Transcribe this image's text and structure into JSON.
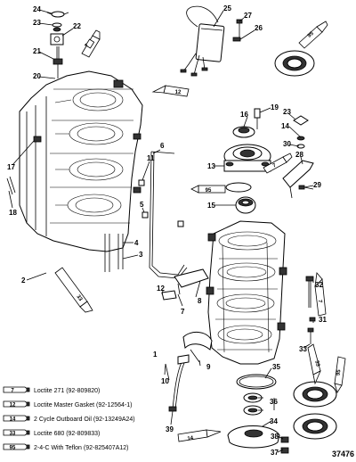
{
  "figure_number": "37476",
  "callouts": [
    {
      "id": "c24",
      "label": "24"
    },
    {
      "id": "c23a",
      "label": "23"
    },
    {
      "id": "c22",
      "label": "22"
    },
    {
      "id": "c21",
      "label": "21"
    },
    {
      "id": "c20",
      "label": "20"
    },
    {
      "id": "c25",
      "label": "25"
    },
    {
      "id": "c27",
      "label": "27"
    },
    {
      "id": "c26",
      "label": "26"
    },
    {
      "id": "c17",
      "label": "17"
    },
    {
      "id": "c18",
      "label": "18"
    },
    {
      "id": "c19",
      "label": "19"
    },
    {
      "id": "c16",
      "label": "16"
    },
    {
      "id": "c14",
      "label": "14"
    },
    {
      "id": "c23b",
      "label": "23"
    },
    {
      "id": "c30",
      "label": "30"
    },
    {
      "id": "c13",
      "label": "13"
    },
    {
      "id": "c28",
      "label": "28"
    },
    {
      "id": "c29",
      "label": "29"
    },
    {
      "id": "c6",
      "label": "6"
    },
    {
      "id": "c11",
      "label": "11"
    },
    {
      "id": "c5",
      "label": "5"
    },
    {
      "id": "c15",
      "label": "15"
    },
    {
      "id": "c4",
      "label": "4"
    },
    {
      "id": "c3",
      "label": "3"
    },
    {
      "id": "c2",
      "label": "2"
    },
    {
      "id": "c12",
      "label": "12"
    },
    {
      "id": "c7",
      "label": "7"
    },
    {
      "id": "c8",
      "label": "8"
    },
    {
      "id": "c1",
      "label": "1"
    },
    {
      "id": "c9",
      "label": "9"
    },
    {
      "id": "c32",
      "label": "32"
    },
    {
      "id": "c31",
      "label": "31"
    },
    {
      "id": "c33",
      "label": "33"
    },
    {
      "id": "c35",
      "label": "35"
    },
    {
      "id": "c36",
      "label": "36"
    },
    {
      "id": "c10",
      "label": "10"
    },
    {
      "id": "c39",
      "label": "39"
    },
    {
      "id": "c34",
      "label": "34"
    },
    {
      "id": "c38",
      "label": "38"
    },
    {
      "id": "c37",
      "label": "37"
    }
  ],
  "tube_codes": [
    {
      "id": "t7a",
      "code": "7"
    },
    {
      "id": "t95a",
      "code": "95"
    },
    {
      "id": "t12a",
      "code": "12"
    },
    {
      "id": "t95b",
      "code": "95"
    },
    {
      "id": "t7b",
      "code": "7"
    },
    {
      "id": "t7c",
      "code": "7"
    },
    {
      "id": "t33a",
      "code": "33"
    },
    {
      "id": "t33b",
      "code": "33"
    },
    {
      "id": "t95c",
      "code": "95"
    },
    {
      "id": "t14",
      "code": "14"
    }
  ],
  "legend": [
    {
      "code": "7",
      "text": "Loctite 271 (92-809820)"
    },
    {
      "code": "12",
      "text": "Loctite Master Gasket (92-12564-1)"
    },
    {
      "code": "14",
      "text": "2 Cycle Outboard Oil (92-13249A24)"
    },
    {
      "code": "33",
      "text": "Loctite 680 (92-809833)"
    },
    {
      "code": "95",
      "text": "2-4-C  With Teflon (92-825407A12)"
    }
  ]
}
